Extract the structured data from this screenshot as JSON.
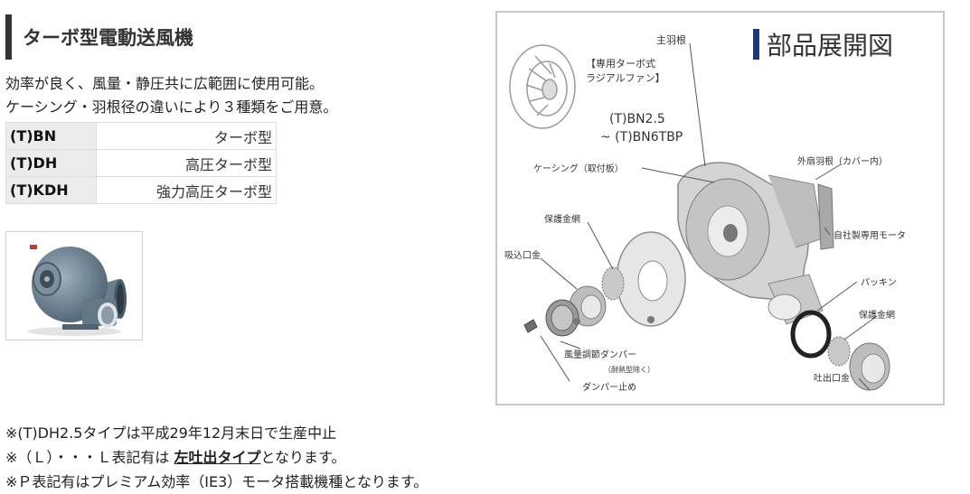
{
  "heading": {
    "title": "ターボ型電動送風機"
  },
  "description": {
    "line1": "効率が良く、風量・静圧共に広範囲に使用可能。",
    "line2": "ケーシング・羽根径の違いにより３種類をご用意。"
  },
  "models": [
    {
      "code": "(T)BN",
      "type": "ターボ型"
    },
    {
      "code": "(T)DH",
      "type": "高圧ターボ型"
    },
    {
      "code": "(T)KDH",
      "type": "強力高圧ターボ型"
    }
  ],
  "diagram": {
    "title": "部品展開図",
    "fan_note_1": "【専用ターボ式",
    "fan_note_2": "ラジアルファン】",
    "model_range_1": "(T)BN2.5",
    "model_range_2": "~ (T)BN6TBP",
    "labels": {
      "main_blade": "主羽根",
      "casing": "ケーシング（取付板）",
      "outer_fan": "外扇羽根（カバー内）",
      "motor": "自社製専用モータ",
      "guard_mesh_1": "保護金網",
      "intake": "吸込口金",
      "packing": "パッキン",
      "guard_mesh_2": "保護金網",
      "damper": "風量調節ダンパー",
      "damper_note": "（耐熱型除く）",
      "damper_stop": "ダンパー止め",
      "outlet": "吐出口金"
    }
  },
  "notes": {
    "note1": "※(T)DH2.5タイプは平成29年12月末日で生産中止",
    "note2_pre": "※（Ｌ）・・・Ｌ表記有は ",
    "note2_emph": "左吐出タイプ",
    "note2_post": "となります。",
    "note3": "※Ｐ表記有はプレミアム効率（IE3）モータ搭載機種となります。"
  },
  "colors": {
    "accent_bar": "#333333",
    "diagram_title_bar": "#1f3a7a",
    "table_header_bg": "#ececec",
    "blower_body": "#6f8391"
  }
}
